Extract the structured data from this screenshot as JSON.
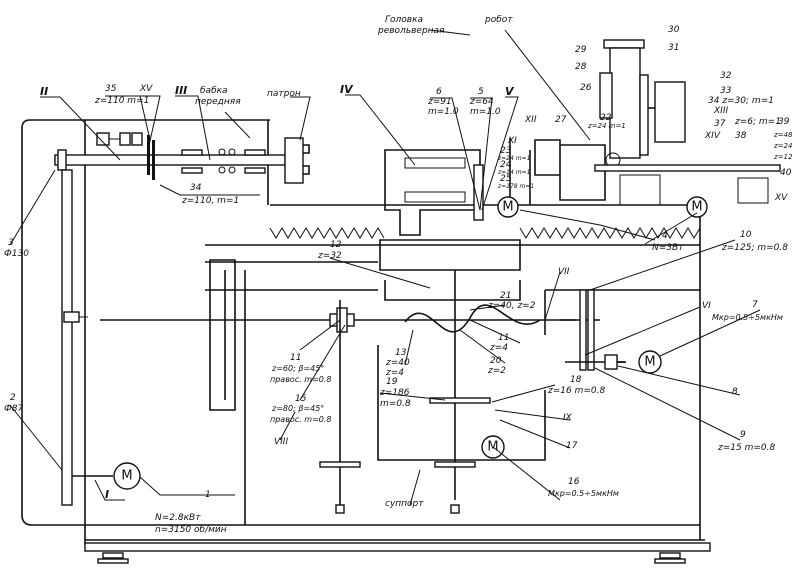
{
  "labels": {
    "shaft_II": "II",
    "gear_35_num": "35",
    "gear_35_spec": "z=110 m=1",
    "shaft_XV_top": "XV",
    "shaft_III": "III",
    "headstock_1": "бабка",
    "headstock_2": "передняя",
    "chuck": "патрон",
    "shaft_IV": "IV",
    "gear_6_num": "6",
    "gear_6_z": "z=91",
    "gear_6_m": "m=1.0",
    "gear_5_num": "5",
    "gear_5_z": "z=64",
    "gear_5_m": "m=1.0",
    "shaft_V": "V",
    "turret_1": "Головка",
    "turret_2": "револьверная",
    "robot": "робот",
    "p30": "30",
    "p31": "31",
    "p29": "29",
    "p28": "28",
    "p26": "26",
    "p32": "32",
    "p33": "33",
    "p34_spec": "34 z=30; m=1",
    "shaft_XIII": "XIII",
    "p37": "37",
    "shaft_XII": "XII",
    "p27": "27",
    "p22_num": "22",
    "p22_spec": "z=24 m=1",
    "shaft_XI": "XI",
    "p23_num": "23",
    "p23_spec": "z=24 m=1",
    "p24_num": "24",
    "p24_spec": "z=14 m=1",
    "p25_num": "25",
    "p25_spec": "z=178 m=1",
    "shaft_XIV": "XIV",
    "p36_spec": "z=6; m=1",
    "p38": "38",
    "p39": "39",
    "p39_z1": "z=48",
    "p39_z2": "z=24",
    "p39_z3": "z=12",
    "p40": "40",
    "shaft_XV_right": "XV",
    "p3_num": "3",
    "p3_spec": "Ф130",
    "p34b_num": "34",
    "p34b_spec": "z=110, m=1",
    "p4_num": "4",
    "p4_spec": "N=3Вт",
    "p10_num": "10",
    "p10_spec": "z=125; m=0.8",
    "p12_num": "12",
    "p12_spec": "z=32",
    "shaft_VII": "VII",
    "shaft_VI": "VI",
    "p7_num": "7",
    "p7_spec": "Мкр=0.5÷5мкНм",
    "p21_num": "21",
    "p21_spec": "z=40, z=2",
    "p11a_num": "11",
    "p11a_spec": "z=4",
    "p20_num": "20",
    "p20_spec": "z=2",
    "p13_num": "13",
    "p13_z": "z=40",
    "p13_t": "z=4",
    "p11_num": "11",
    "p11_spec": "z=60; β=45°",
    "p11_dir": "правос. m=0.8",
    "p15_num": "15",
    "p15_spec": "z=80; β=45°",
    "p15_dir": "правос. m=0.8",
    "shaft_VIII": "VIII",
    "p19_num": "19",
    "p19_z": "z=186",
    "p19_m": "m=0.8",
    "p18_num": "18",
    "p18_spec": "z=16 m=0.8",
    "shaft_IX": "IX",
    "p17": "17",
    "p8": "8",
    "p9_num": "9",
    "p9_spec": "z=15 m=0.8",
    "p16_num": "16",
    "p16_spec": "Мкр=0.5÷5мкНм",
    "p2_num": "2",
    "p2_spec": "Ф87",
    "shaft_I": "I",
    "p1": "1",
    "motor1_power": "N=2.8кВт",
    "motor1_speed": "n=3150 об/мин",
    "carriage": "суппорт",
    "motor_symbol": "M"
  },
  "colors": {
    "ink": "#111111",
    "paper": "#ffffff"
  }
}
